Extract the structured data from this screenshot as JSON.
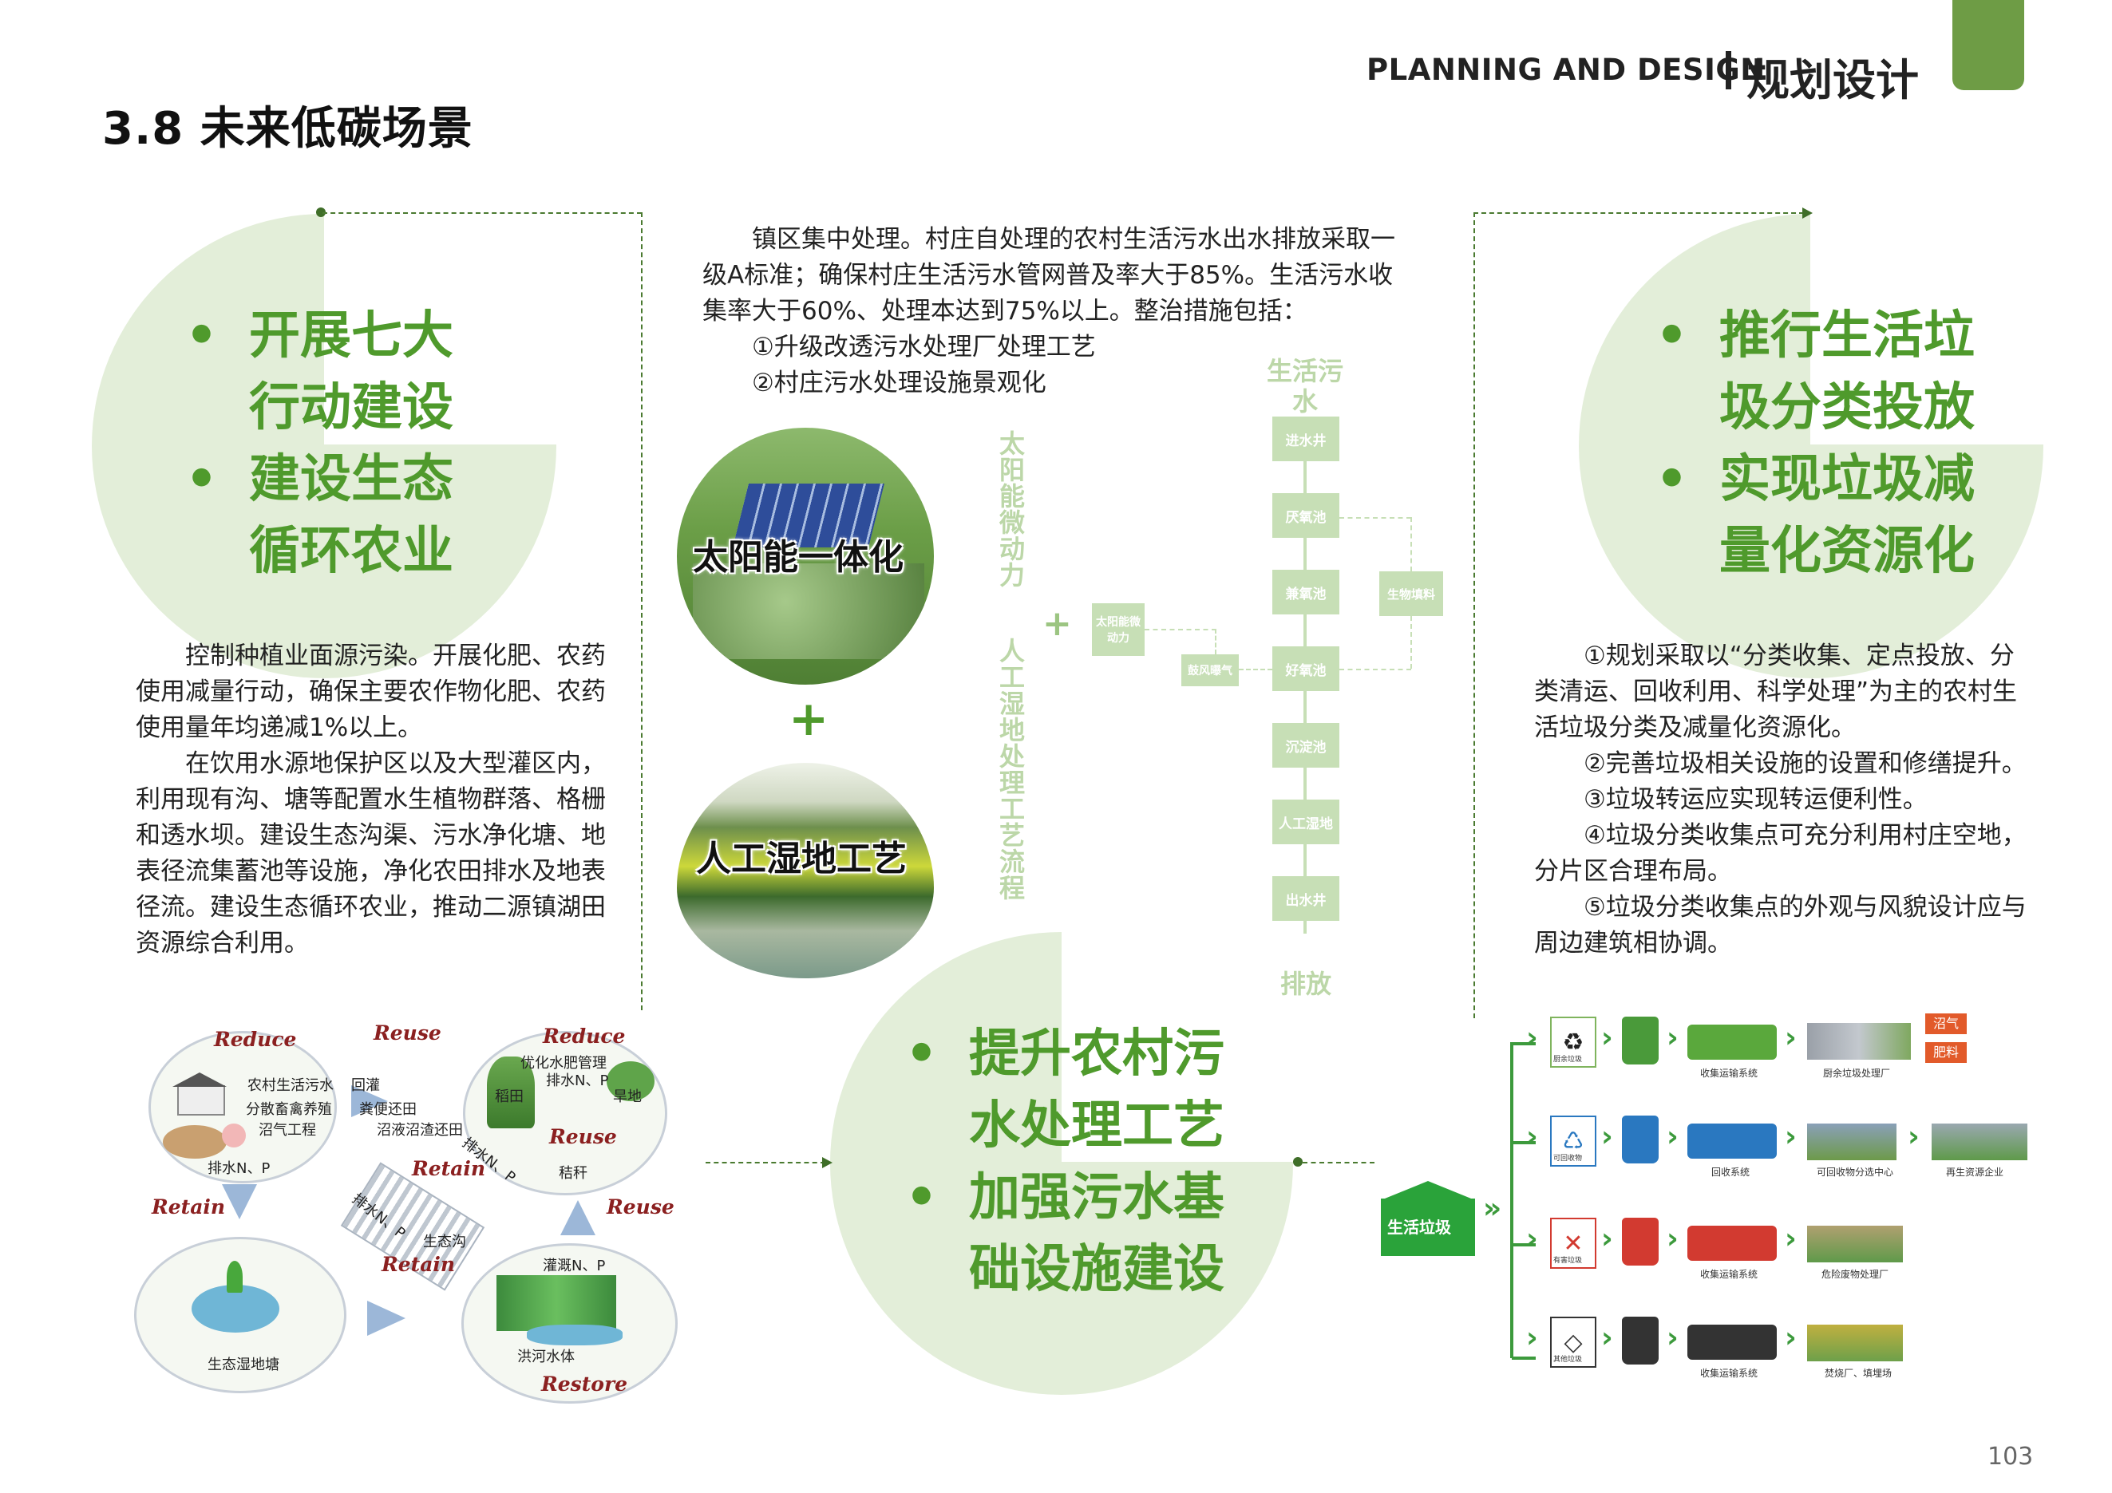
{
  "header": {
    "section_title": "3.8 未来低碳场景",
    "en": "PLANNING AND DESIGN",
    "cn": "规划设计",
    "page_number": "103"
  },
  "left": {
    "bullets": [
      {
        "line1": "开展七大",
        "line2": "行动建设"
      },
      {
        "line1": "建设生态",
        "line2": "循环农业"
      }
    ],
    "paragraphs": [
      "控制种植业面源污染。开展化肥、农药使用减量行动，确保主要农作物化肥、农药使用量年均递减1%以上。",
      "在饮用水源地保护区以及大型灌区内，利用现有沟、塘等配置水生植物群落、格栅和透水坝。建设生态沟渠、污水净化塘、地表径流集蓄池等设施，净化农田排水及地表径流。建设生态循环农业，推动二源镇湖田资源综合利用。"
    ]
  },
  "middle": {
    "intro": "镇区集中处理。村庄自处理的农村生活污水出水排放采取一级A标准；确保村庄生活污水管网普及率大于85%。生活污水收集率大于60%、处理本达到75%以上。整治措施包括：",
    "items": [
      "①升级改透污水处理厂处理工艺",
      "②村庄污水处理设施景观化"
    ],
    "photo1_label": "太阳能一体化",
    "photo2_label": "人工湿地工艺",
    "plus": "+",
    "bullets": [
      {
        "line1": "提升农村污",
        "line2": "水处理工艺"
      },
      {
        "line1": "加强污水基",
        "line2": "础设施建设"
      }
    ]
  },
  "flow": {
    "vertical_1": "太阳能微动力",
    "vertical_2": "人工湿地处理工艺流程",
    "plus": "+",
    "top": "生活污水",
    "bottom": "排放",
    "steps": [
      "进水井",
      "厌氧池",
      "兼氧池",
      "好氧池",
      "沉淀池",
      "人工湿地",
      "出水井"
    ],
    "side_solar": "太阳能微动力",
    "side_aeration": "鼓风曝气",
    "side_bio": "生物填料"
  },
  "right": {
    "bullets": [
      {
        "line1": "推行生活垃",
        "line2": "圾分类投放"
      },
      {
        "line1": "实现垃圾减",
        "line2": "量化资源化"
      }
    ],
    "paragraphs": [
      "①规划采取以“分类收集、定点投放、分类清运、回收利用、科学处理”为主的农村生活垃圾分类及减量化资源化。",
      "②完善垃圾相关设施的设置和修缮提升。",
      "③垃圾转运应实现转运便利性。",
      "④垃圾分类收集点可充分利用村庄空地，分片区合理布局。",
      "⑤垃圾分类收集点的外观与风貌设计应与周边建筑相协调。"
    ]
  },
  "diagram_3r": {
    "reduce1": "Reduce",
    "reduce2": "Reduce",
    "reuse1": "Reuse",
    "reuse2": "Reuse",
    "reuse3": "Reuse",
    "retain1": "Retain",
    "retain2": "Retain",
    "retain3": "Retain",
    "restore": "Restore",
    "t_sewage": "农村生活污水",
    "t_livestock": "分散畜禽养殖",
    "t_biogas": "沼气工程",
    "t_np1": "排水N、P",
    "t_irrigate": "回灌",
    "t_manure": "粪便还田",
    "t_slurry": "沼液沼渣还田",
    "t_fert": "优化水肥管理",
    "t_np2": "排水N、P",
    "t_paddy": "稻田",
    "t_dry": "旱地",
    "t_straw": "秸秆",
    "t_np3": "排水N、P",
    "t_np4": "排水N、P",
    "t_ditch": "生态沟",
    "t_irr_np": "灌溉N、P",
    "t_pond": "生态湿地塘",
    "t_flood": "洪河水体"
  },
  "waste": {
    "source": "生活垃圾",
    "rows": [
      {
        "icon_label": "厨余垃圾",
        "truck_label": "收集运输系统",
        "dest": "厨余垃圾处理厂",
        "bin_color": "#4a9a3a",
        "truck_color": "#5aa83c"
      },
      {
        "icon_label": "可回收物",
        "truck_label": "回收系统",
        "dest": "可回收物分选中心",
        "final": "再生资源企业",
        "bin_color": "#2a78c0",
        "truck_color": "#2a78c0"
      },
      {
        "icon_label": "有害垃圾",
        "truck_label": "收集运输系统",
        "dest": "危险废物处理厂",
        "bin_color": "#d23a30",
        "truck_color": "#d23a30"
      },
      {
        "icon_label": "其他垃圾",
        "truck_label": "收集运输系统",
        "dest": "焚烧厂、填埋场",
        "bin_color": "#333333",
        "truck_color": "#333333"
      }
    ],
    "out1": "沼气",
    "out2": "肥料"
  }
}
